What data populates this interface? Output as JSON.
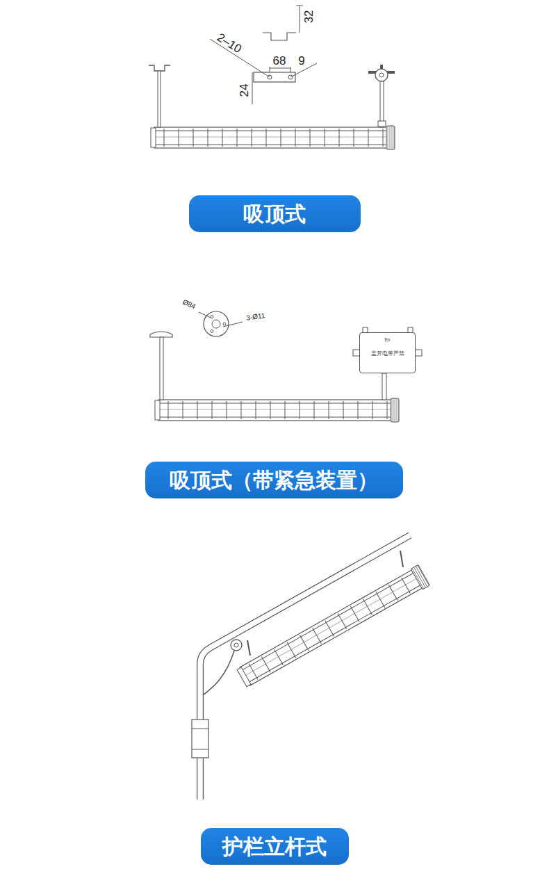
{
  "diagram": {
    "nodes": [
      {
        "text": [
          "吸顶式"
        ]
      },
      {
        "text": [
          "Ex",
          "盖开电带严禁"
        ]
      },
      {
        "text": [
          "吸顶式（带紧急装置）"
        ]
      },
      {
        "text": [
          "护栏立杆式"
        ]
      }
    ],
    "labels": [
      "32",
      "2–10",
      "68",
      "9",
      "24",
      "Ø84",
      "3-Ø11"
    ]
  }
}
